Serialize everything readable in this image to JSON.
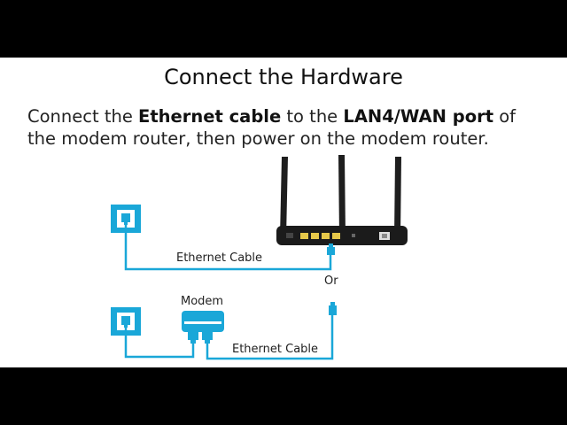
{
  "title": "Connect the Hardware",
  "instruction": {
    "part1": "Connect the ",
    "bold1": "Ethernet cable",
    "part2": " to the ",
    "bold2": "LAN4/WAN port",
    "part3": " of the modem router, then power on the modem router."
  },
  "labels": {
    "cable_top": "Ethernet Cable",
    "or": "Or",
    "modem": "Modem",
    "cable_bottom": "Ethernet Cable"
  },
  "colors": {
    "cable": "#1aa7d8",
    "router_body": "#1b1b1b",
    "port_yellow": "#e6c84a",
    "wall_socket": "#1aa7d8"
  },
  "icons": [
    "wall-socket-icon",
    "router-icon",
    "modem-icon",
    "ethernet-plug-icon"
  ]
}
